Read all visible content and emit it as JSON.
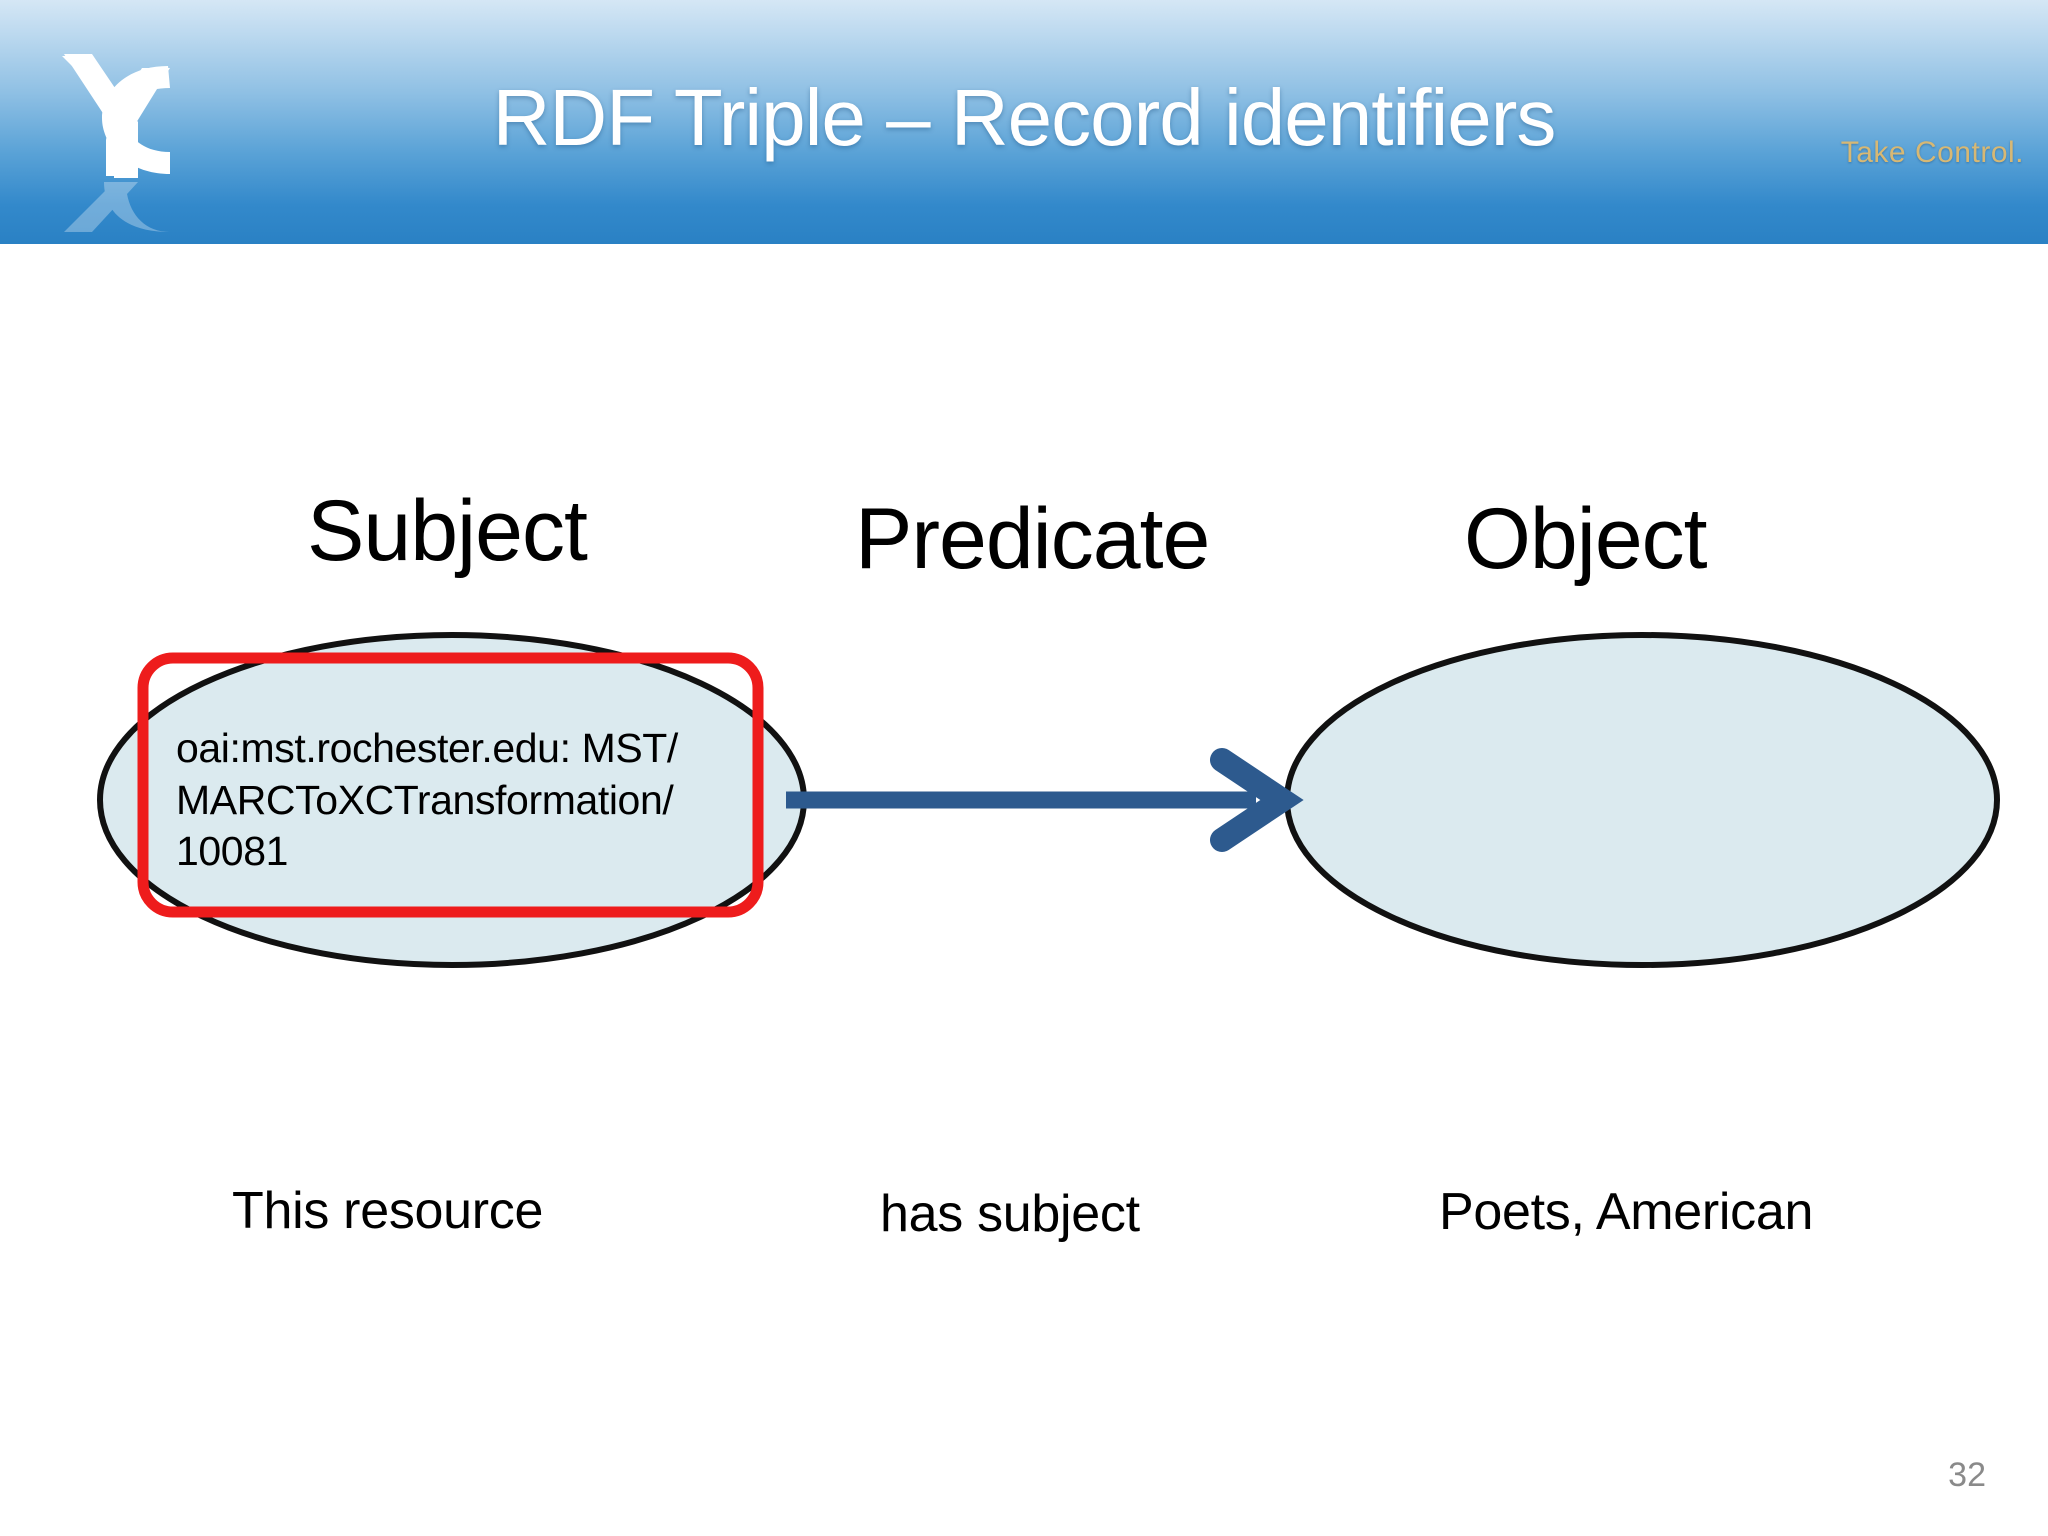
{
  "slide": {
    "title": "RDF Triple – Record identifiers",
    "tagline": "Take Control.",
    "page_number": "32",
    "logo_name": "xc-monogram-logo",
    "background_color": "#ffffff",
    "header_gradient_top": "#d5e7f5",
    "header_gradient_bottom": "#2a81c4",
    "title_color": "#ffffff",
    "tagline_color": "#d7b874",
    "page_number_color": "#8a8a8a"
  },
  "headings": {
    "subject": "Subject",
    "predicate": "Predicate",
    "object": "Object"
  },
  "nodes": {
    "subject": {
      "label": "oai:mst.rochester.edu: MST/\nMARCToXCTransformation/\n10081",
      "fill_color": "#dbeaef",
      "stroke_color": "#000000",
      "highlighted": true,
      "highlight_color": "#ee1c1c"
    },
    "object": {
      "label": "",
      "fill_color": "#dbeaef",
      "stroke_color": "#000000",
      "highlighted": false
    }
  },
  "edge": {
    "label": "",
    "color": "#2d5a8e",
    "direction": "subject-to-object"
  },
  "captions": {
    "subject": "This resource",
    "predicate": "has subject",
    "object": "Poets, American"
  }
}
